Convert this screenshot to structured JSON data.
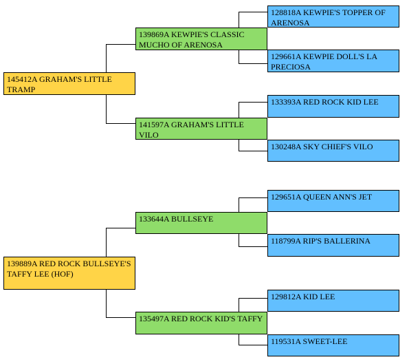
{
  "colors": {
    "root": "#ffd447",
    "parent": "#8fdc6a",
    "grandparent": "#62bfff",
    "line": "#000000"
  },
  "pedigrees": [
    {
      "root": "145412A GRAHAM'S LITTLE TRAMP",
      "sire": "139869A KEWPIE'S CLASSIC MUCHO OF ARENOSA",
      "sire_sire": "128818A KEWPIE'S TOPPER OF ARENOSA",
      "sire_dam": "129661A KEWPIE DOLL'S LA PRECIOSA",
      "dam": "141597A GRAHAM'S LITTLE VILO",
      "dam_sire": "133393A RED ROCK KID LEE",
      "dam_dam": "130248A SKY CHIEF'S VILO"
    },
    {
      "root": "139889A RED ROCK BULLSEYE'S TAFFY LEE (HOF)",
      "sire": "133644A BULLSEYE",
      "sire_sire": "129651A QUEEN ANN'S JET",
      "sire_dam": "118799A RIP'S BALLERINA",
      "dam": "135497A RED ROCK KID'S TAFFY",
      "dam_sire": "129812A KID LEE",
      "dam_dam": "119531A SWEET-LEE"
    }
  ]
}
